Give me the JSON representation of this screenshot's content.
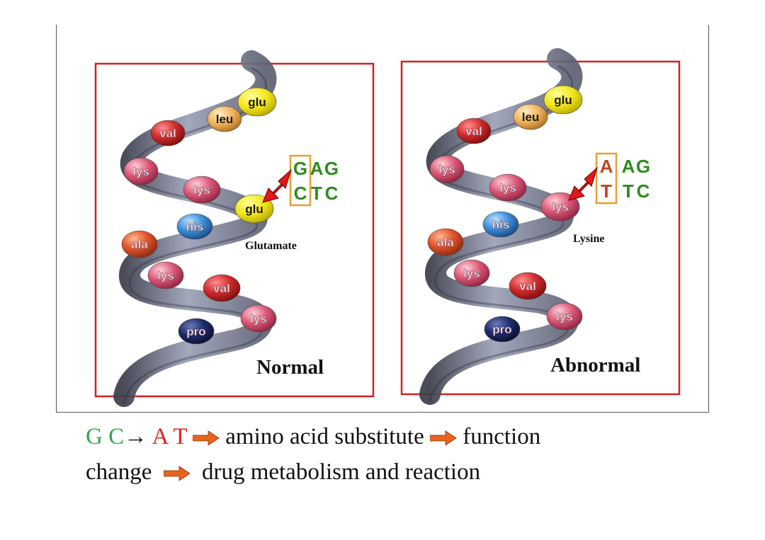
{
  "panels": [
    {
      "label": "Normal",
      "codon_top": [
        "G",
        "A",
        "G"
      ],
      "codon_bottom": [
        "C",
        "T",
        "C"
      ],
      "mutated_colors": {
        "top": "#2e8b1e",
        "bottom": "#2e8b1e"
      },
      "target_residue": "glu",
      "target_color": "#f1e51a",
      "annotation": "Glutamate",
      "residues": [
        "glu",
        "leu",
        "val",
        "lys",
        "lys",
        "glu",
        "his",
        "ala",
        "lys",
        "val",
        "lys",
        "pro"
      ]
    },
    {
      "label": "Abnormal",
      "codon_top": [
        "A",
        "A",
        "G"
      ],
      "codon_bottom": [
        "T",
        "T",
        "C"
      ],
      "mutated_colors": {
        "top": "#c0451c",
        "bottom": "#c0451c"
      },
      "target_residue": "lys",
      "target_color": "#d9506a",
      "annotation": "Lysine",
      "residues": [
        "glu",
        "leu",
        "val",
        "lys",
        "lys",
        "lys",
        "his",
        "ala",
        "lys",
        "val",
        "lys",
        "pro"
      ]
    }
  ],
  "caption": {
    "line1": {
      "g": "G",
      "c": "C",
      "arrow": "→",
      "a": "A",
      "t": "T",
      "step1": "amino acid substitute",
      "step2": "function"
    },
    "line2": {
      "word": "change",
      "step3": "drug metabolism and reaction"
    }
  },
  "colors": {
    "panel_border": "#d42020",
    "codon_box": "#e8a030",
    "green_text": "#2e8b1e",
    "red_text": "#d42020",
    "block_arrow": "#e8641e",
    "pointer_arrow": "#e01818"
  }
}
